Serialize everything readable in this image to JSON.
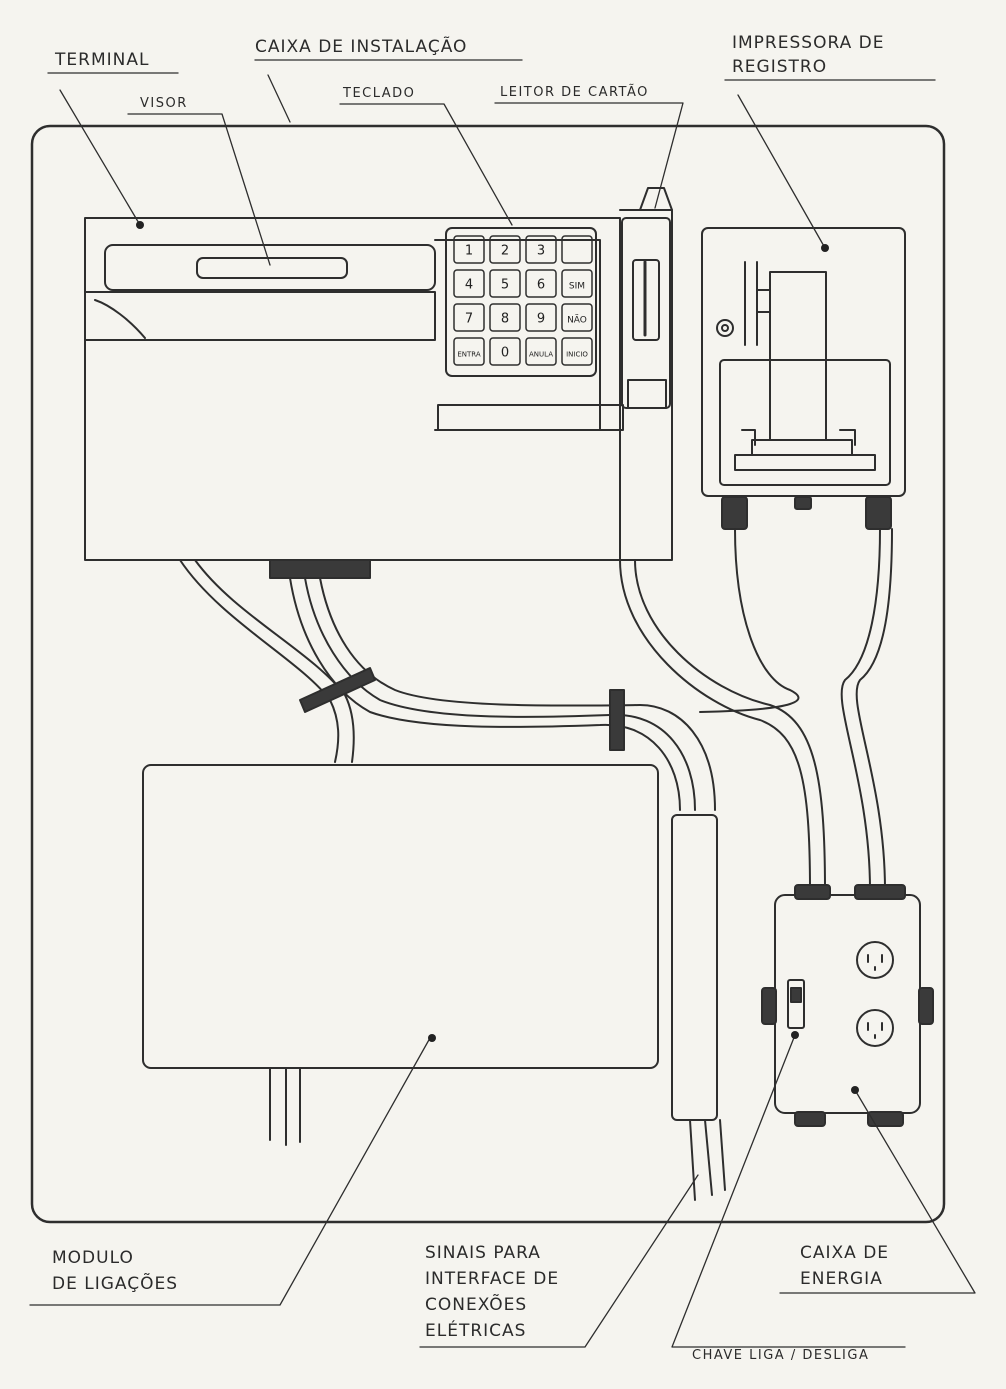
{
  "labels": {
    "terminal": "TERMINAL",
    "caixa_instalacao": "CAIXA DE INSTALAÇÃO",
    "impressora_line1": "IMPRESSORA DE",
    "impressora_line2": "REGISTRO",
    "visor": "VISOR",
    "teclado": "TECLADO",
    "leitor": "LEITOR DE CARTÃO",
    "modulo_line1": "MODULO",
    "modulo_line2": "DE LIGAÇÕES",
    "sinais_line1": "SINAIS PARA",
    "sinais_line2": "INTERFACE DE",
    "sinais_line3": "CONEXÕES",
    "sinais_line4": "ELÉTRICAS",
    "caixa_energia_line1": "CAIXA  DE",
    "caixa_energia_line2": "ENERGIA",
    "chave": "CHAVE LIGA / DESLIGA"
  },
  "keypad": {
    "keys": [
      "1",
      "2",
      "3",
      "",
      "4",
      "5",
      "6",
      "SIM",
      "7",
      "8",
      "9",
      "NÃO",
      "ENTRA",
      "0",
      "ANULA",
      "INICIO"
    ]
  }
}
